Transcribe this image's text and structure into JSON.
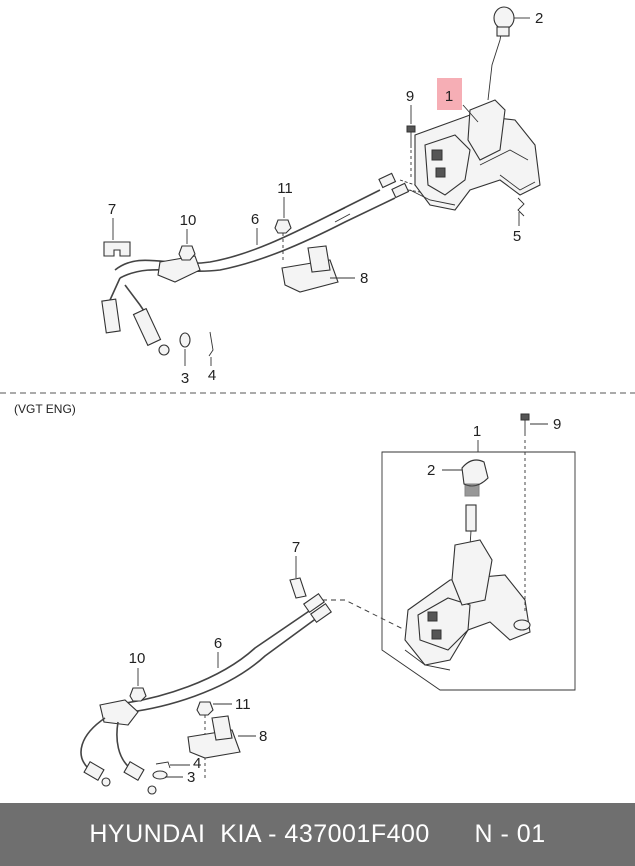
{
  "callouts_top": [
    "1",
    "2",
    "3",
    "4",
    "5",
    "6",
    "7",
    "8",
    "9",
    "10",
    "11"
  ],
  "section_label": "(VGT ENG)",
  "callouts_bottom": [
    "1",
    "2",
    "3",
    "4",
    "6",
    "7",
    "8",
    "9",
    "10",
    "11"
  ],
  "footer": {
    "brand": "HYUNDAI  KIA - 437001F400",
    "code": "N - 01"
  },
  "colors": {
    "highlight": "#f4a0a8",
    "footer_bg": "#6f6f6f"
  }
}
